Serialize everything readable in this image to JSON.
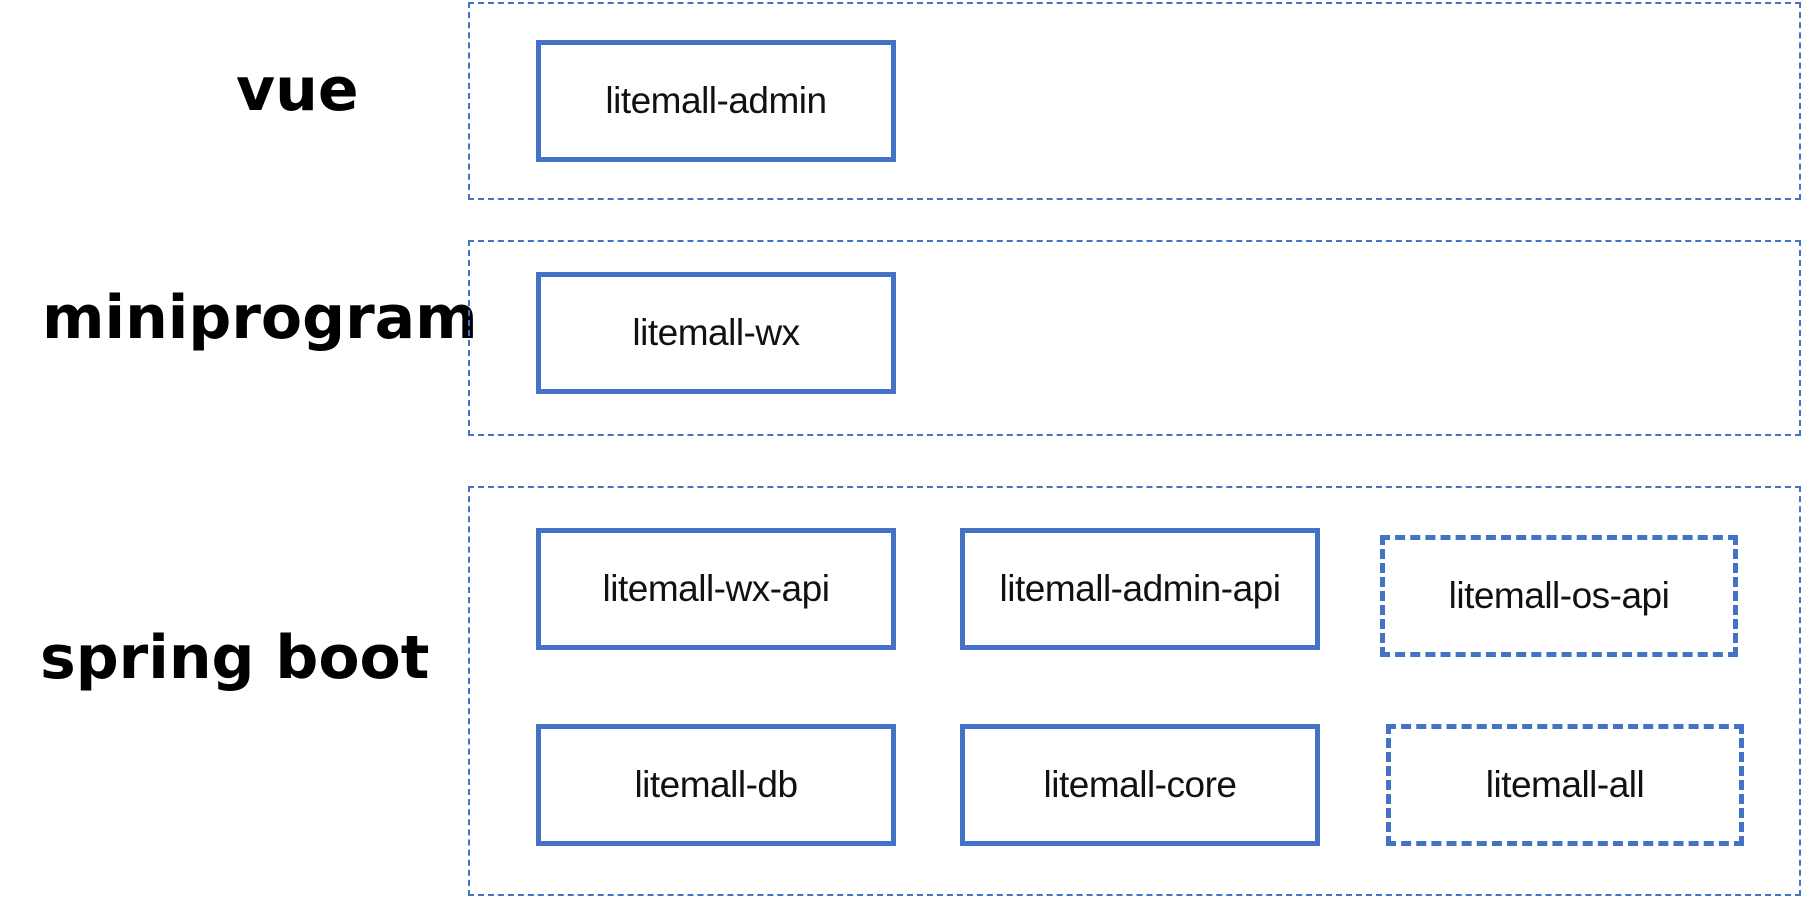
{
  "colors": {
    "accent": "#4472c4",
    "text": "#111111",
    "background": "#ffffff"
  },
  "layers": [
    {
      "label": "vue",
      "modules": [
        {
          "label": "litemall-admin",
          "border": "solid"
        }
      ]
    },
    {
      "label": "miniprogram",
      "modules": [
        {
          "label": "litemall-wx",
          "border": "solid"
        }
      ]
    },
    {
      "label": "spring boot",
      "modules": [
        {
          "label": "litemall-wx-api",
          "border": "solid"
        },
        {
          "label": "litemall-admin-api",
          "border": "solid"
        },
        {
          "label": "litemall-os-api",
          "border": "dashed"
        },
        {
          "label": "litemall-db",
          "border": "solid"
        },
        {
          "label": "litemall-core",
          "border": "solid"
        },
        {
          "label": "litemall-all",
          "border": "dashed"
        }
      ]
    }
  ]
}
